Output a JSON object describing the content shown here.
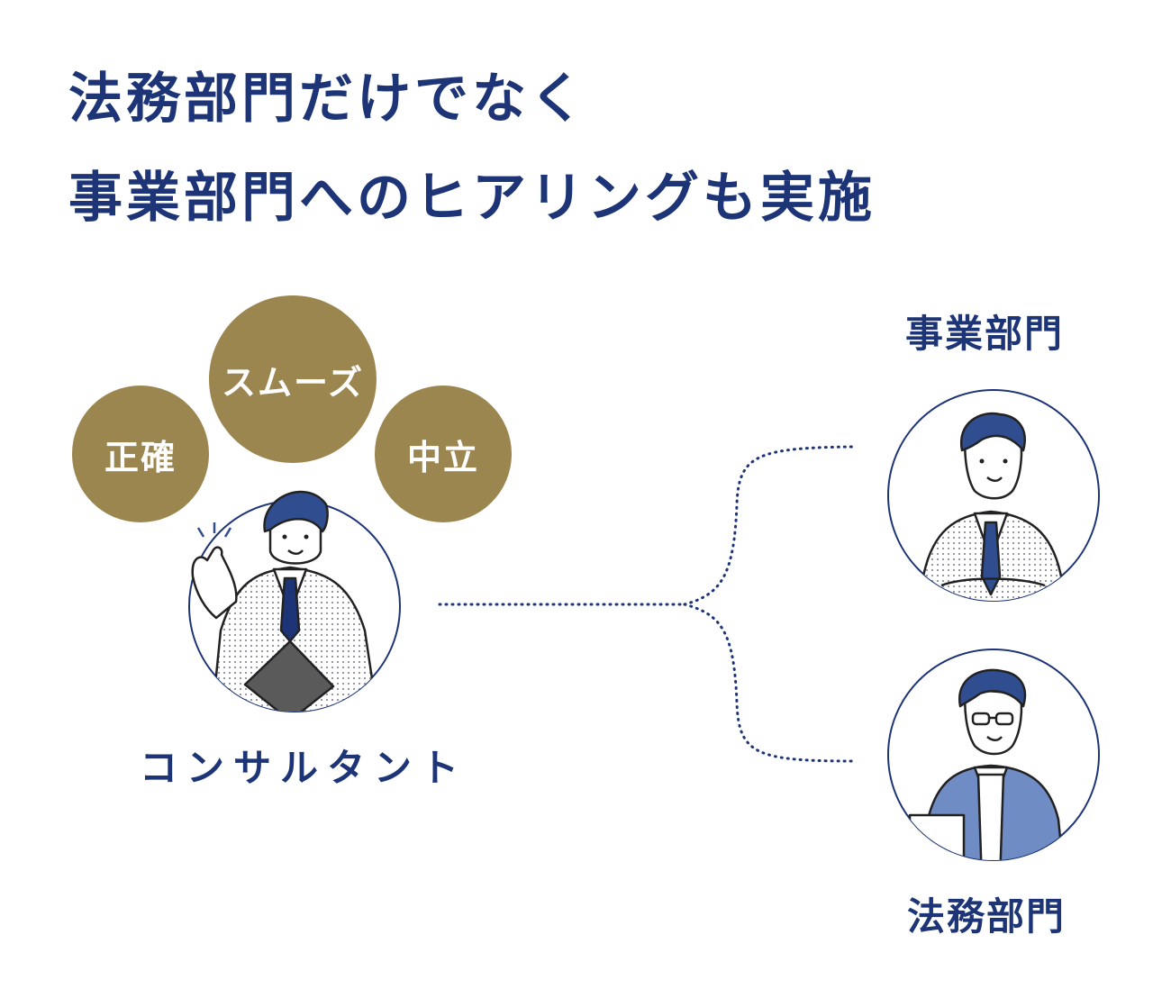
{
  "title": {
    "line1": "法務部門だけでなく",
    "line2": "事業部門へのヒアリングも実施"
  },
  "values": [
    "正確",
    "スムーズ",
    "中立"
  ],
  "roles": {
    "consultant": "コンサルタント",
    "business": "事業部門",
    "legal": "法務部門"
  },
  "colors": {
    "navy": "#1d3577",
    "gold": "#9c8650",
    "suit_blue": "#6f8cc4"
  }
}
